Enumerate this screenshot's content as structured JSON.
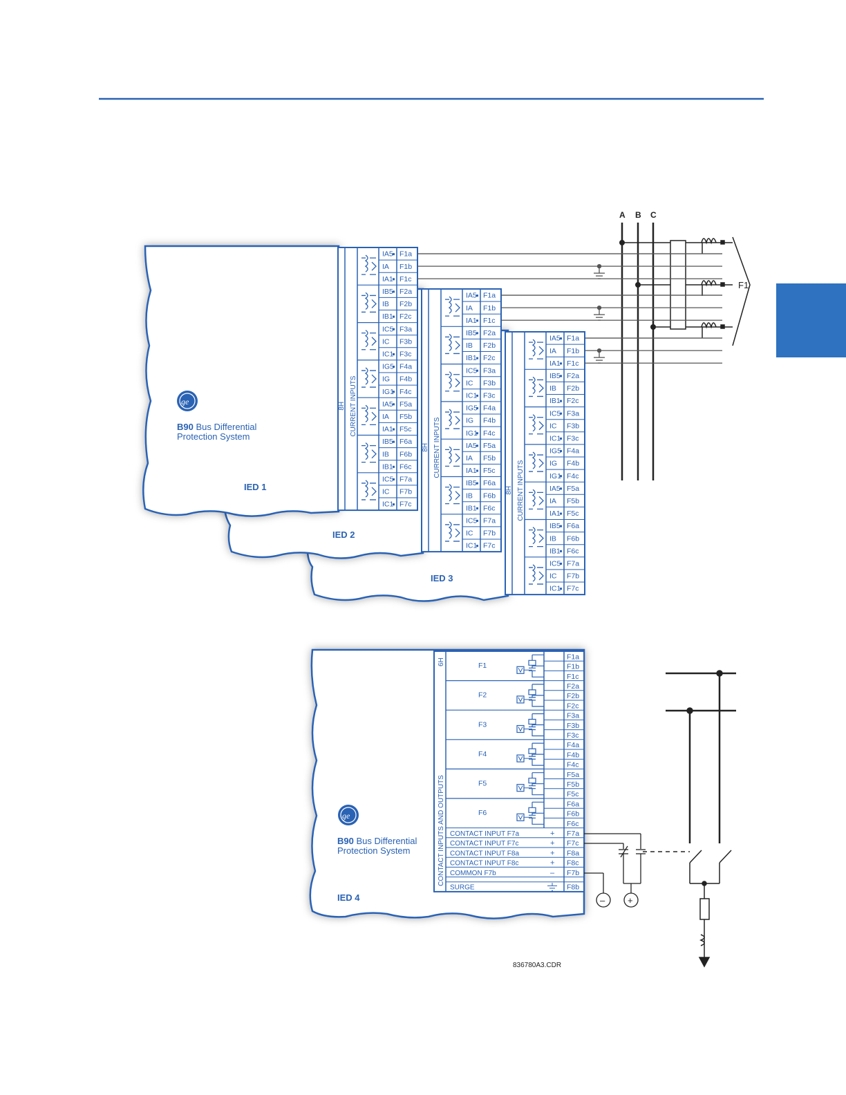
{
  "phases": [
    "A",
    "B",
    "C"
  ],
  "feeder_label": "F1",
  "drawing_number": "836780A3.CDR",
  "product": {
    "name_bold": "B90",
    "name_rest": "Bus Differential",
    "line2": "Protection System"
  },
  "current_module": {
    "slot": "8H",
    "title": "CURRENT INPUTS",
    "rows": [
      {
        "channel": "IA5",
        "terminal": "F1a"
      },
      {
        "channel": "IA",
        "terminal": "F1b"
      },
      {
        "channel": "IA1",
        "terminal": "F1c"
      },
      {
        "channel": "IB5",
        "terminal": "F2a"
      },
      {
        "channel": "IB",
        "terminal": "F2b"
      },
      {
        "channel": "IB1",
        "terminal": "F2c"
      },
      {
        "channel": "IC5",
        "terminal": "F3a"
      },
      {
        "channel": "IC",
        "terminal": "F3b"
      },
      {
        "channel": "IC1",
        "terminal": "F3c"
      },
      {
        "channel": "IG5",
        "terminal": "F4a"
      },
      {
        "channel": "IG",
        "terminal": "F4b"
      },
      {
        "channel": "IG1",
        "terminal": "F4c"
      },
      {
        "channel": "IA5",
        "terminal": "F5a"
      },
      {
        "channel": "IA",
        "terminal": "F5b"
      },
      {
        "channel": "IA1",
        "terminal": "F5c"
      },
      {
        "channel": "IB5",
        "terminal": "F6a"
      },
      {
        "channel": "IB",
        "terminal": "F6b"
      },
      {
        "channel": "IB1",
        "terminal": "F6c"
      },
      {
        "channel": "IC5",
        "terminal": "F7a"
      },
      {
        "channel": "IC",
        "terminal": "F7b"
      },
      {
        "channel": "IC1",
        "terminal": "F7c"
      }
    ]
  },
  "ieds": [
    "IED 1",
    "IED 2",
    "IED 3",
    "IED 4"
  ],
  "contact_module": {
    "slot": "6H",
    "title": "CONTACT INPUTS AND OUTPUTS",
    "outputs": [
      "F1",
      "F2",
      "F3",
      "F4",
      "F5",
      "F6"
    ],
    "output_terminals": [
      "F1a",
      "F1b",
      "F1c",
      "F2a",
      "F2b",
      "F2c",
      "F3a",
      "F3b",
      "F3c",
      "F4a",
      "F4b",
      "F4c",
      "F5a",
      "F5b",
      "F5c",
      "F6a",
      "F6b",
      "F6c"
    ],
    "inputs": [
      {
        "label": "CONTACT INPUT F7a",
        "sign": "+",
        "terminal": "F7a"
      },
      {
        "label": "CONTACT INPUT F7c",
        "sign": "+",
        "terminal": "F7c"
      },
      {
        "label": "CONTACT INPUT F8a",
        "sign": "+",
        "terminal": "F8a"
      },
      {
        "label": "CONTACT INPUT F8c",
        "sign": "+",
        "terminal": "F8c"
      },
      {
        "label": "COMMON F7b",
        "sign": "–",
        "terminal": "F7b"
      }
    ],
    "surge": {
      "label": "SURGE",
      "terminal": "F8b"
    }
  },
  "supply": {
    "minus": "–",
    "plus": "+"
  }
}
